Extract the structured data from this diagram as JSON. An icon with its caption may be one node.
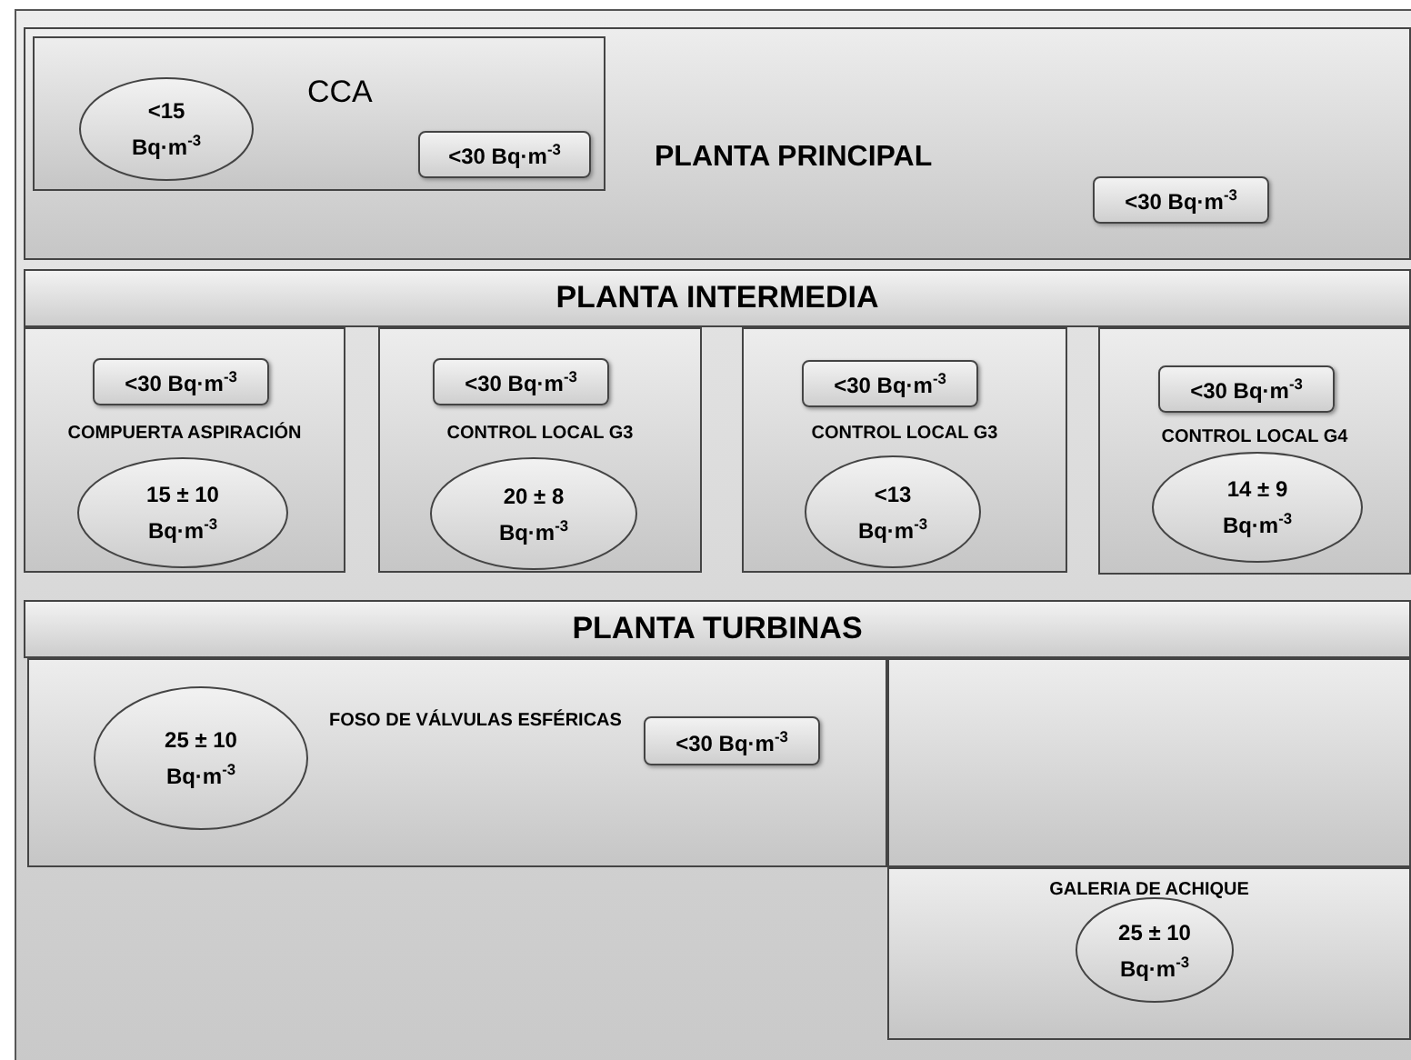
{
  "diagram": {
    "nodes": [
      {
        "text": [
          "PLANTA PRINCIPAL"
        ]
      },
      {
        "text": [
          "CCA"
        ],
        "in": 0
      },
      {
        "text": [
          "<15 Bq·m$^{-3}$"
        ],
        "in": 1
      },
      {
        "text": [
          "<30 Bq·m$^{-3}$"
        ],
        "in": 1
      },
      {
        "text": [
          "<30 Bq·m$^{-3}$"
        ],
        "in": 0
      },
      {
        "text": [
          "PLANTA INTERMEDIA"
        ]
      },
      {
        "text": [
          "COMPUERTA ASPIRACIÓN"
        ]
      },
      {
        "text": [
          "<30 Bq·m$^{-3}$"
        ],
        "in": 6
      },
      {
        "text": [
          "15 ± 10 Bq·m$^{-3}$"
        ],
        "in": 6
      },
      {
        "text": [
          "CONTROL LOCAL G3"
        ]
      },
      {
        "text": [
          "<30 Bq·m$^{-3}$"
        ],
        "in": 9
      },
      {
        "text": [
          "20 ± 8 Bq·m$^{-3}$"
        ],
        "in": 9
      },
      {
        "text": [
          "CONTROL LOCAL G3"
        ]
      },
      {
        "text": [
          "<30 Bq·m$^{-3}$"
        ],
        "in": 12
      },
      {
        "text": [
          "<13 Bq·m$^{-3}$"
        ],
        "in": 12
      },
      {
        "text": [
          "CONTROL LOCAL G4"
        ]
      },
      {
        "text": [
          "<30 Bq·m$^{-3}$"
        ],
        "in": 15
      },
      {
        "text": [
          "14 ± 9 Bq·m$^{-3}$"
        ],
        "in": 15
      },
      {
        "text": [
          "PLANTA TURBINAS"
        ]
      },
      {
        "text": [
          "FOSO DE VÁLVULAS ESFÉRICAS"
        ]
      },
      {
        "text": [
          "25 ± 10 Bq·m$^{-3}$"
        ],
        "in": 19
      },
      {
        "text": [
          "<30 Bq·m$^{-3}$"
        ],
        "in": 19
      },
      {
        "text": [],
        "shape": "box"
      },
      {
        "text": [
          "GALERIA DE ACHIQUE"
        ]
      },
      {
        "text": [
          "25 ± 10 Bq·m$^{-3}$"
        ],
        "in": 23
      }
    ]
  }
}
